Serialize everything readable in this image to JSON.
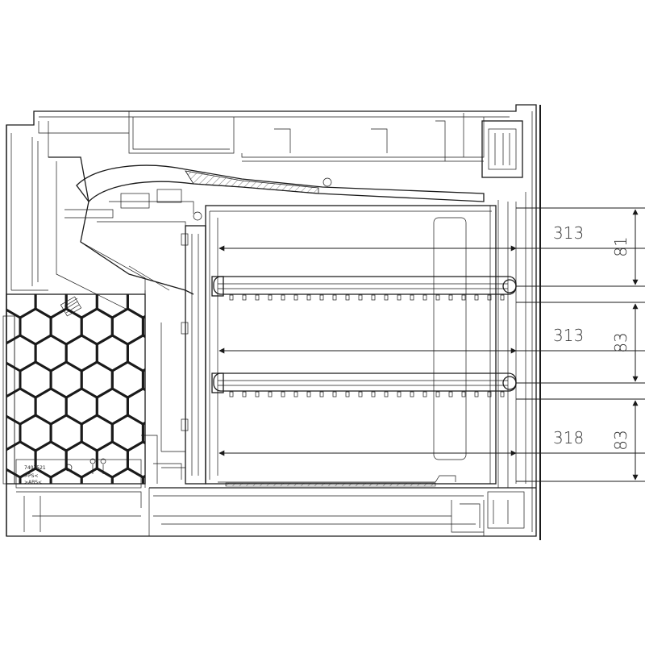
{
  "dimensions": {
    "shelf_widths": [
      "313",
      "313",
      "318"
    ],
    "shelf_heights": [
      "81",
      "83",
      "83"
    ]
  },
  "part_labels": {
    "part_number": "7407521",
    "material_1": ">PS<",
    "material_2": ">ABS<"
  },
  "colors": {
    "line": "#1a1a1a",
    "text": "#333333",
    "background": "#ffffff"
  }
}
